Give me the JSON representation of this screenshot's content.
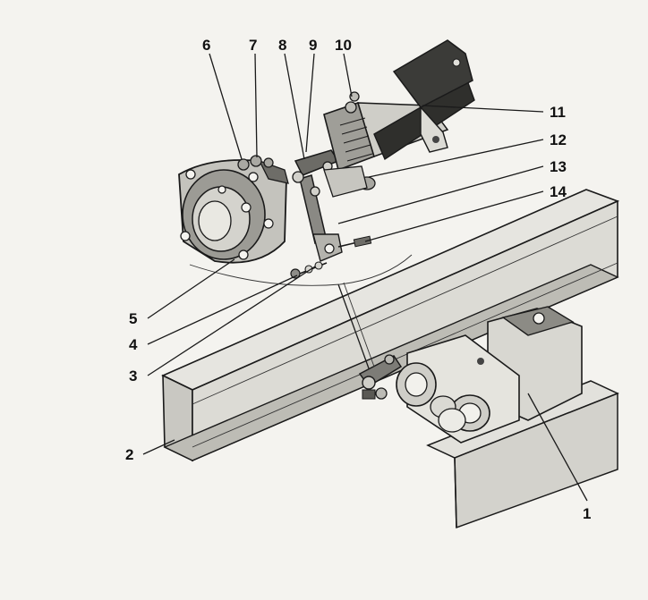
{
  "diagram": {
    "callouts": [
      "1",
      "2",
      "3",
      "4",
      "5",
      "6",
      "7",
      "8",
      "9",
      "10",
      "11",
      "12",
      "13",
      "14"
    ],
    "colors": {
      "paper": "#f4f3ef",
      "ink": "#1a1a1a",
      "shade": "#3b3b3b",
      "mid": "#9a9a96",
      "light": "#d9d8d3"
    }
  }
}
